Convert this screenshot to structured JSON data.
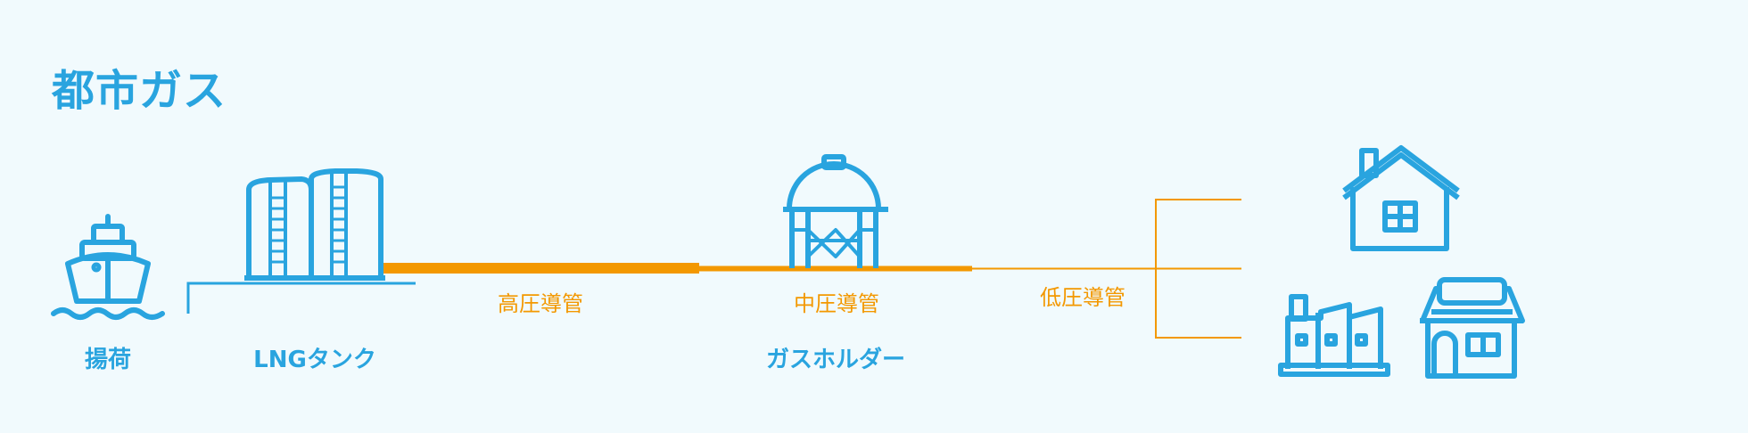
{
  "title": "都市ガス",
  "labels": {
    "unloading": "揚荷",
    "lng_tank": "LNGタンク",
    "gas_holder": "ガスホルダー"
  },
  "pipes": {
    "high_pressure": "高圧導管",
    "medium_pressure": "中圧導管",
    "low_pressure": "低圧導管"
  },
  "icons": [
    "ship-icon",
    "lng-tank-icon",
    "gas-holder-icon",
    "house-icon",
    "factory-icon",
    "shop-icon"
  ],
  "colors": {
    "primary": "#29a4df",
    "pipe": "#f39800",
    "background": "#f1fafd"
  }
}
